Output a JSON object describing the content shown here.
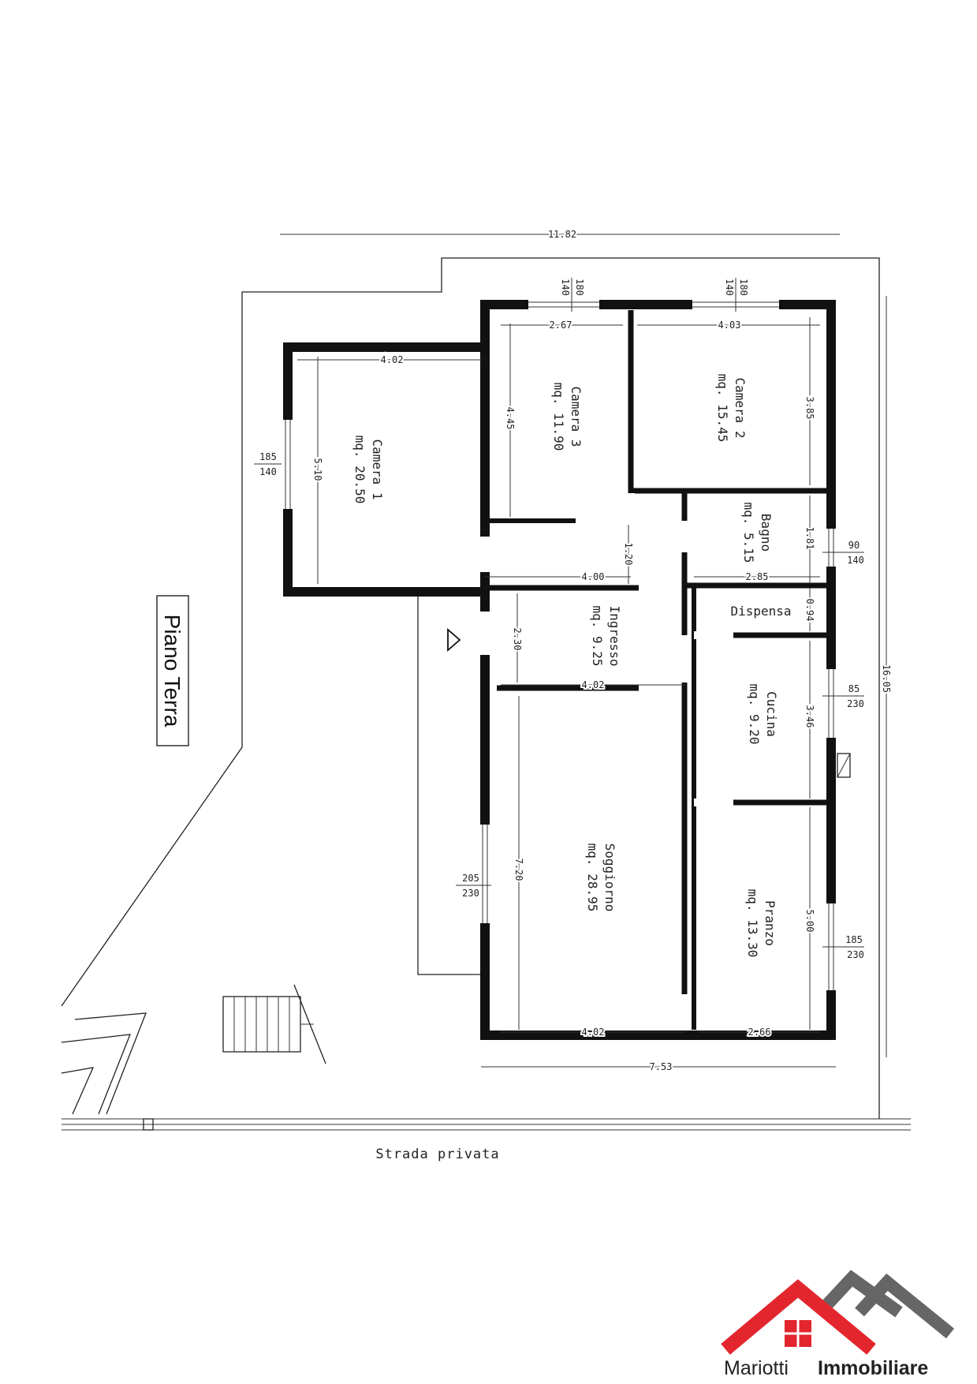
{
  "plan_title": "Piano Terra",
  "street": "Strada privata",
  "rooms": [
    {
      "id": "camera1",
      "name": "Camera 1",
      "area": "mq. 20.50"
    },
    {
      "id": "camera3",
      "name": "Camera 3",
      "area": "mq. 11.90"
    },
    {
      "id": "camera2",
      "name": "Camera 2",
      "area": "mq. 15.45"
    },
    {
      "id": "bagno",
      "name": "Bagno",
      "area": "mq. 5.15"
    },
    {
      "id": "dispensa",
      "name": "Dispensa",
      "area": ""
    },
    {
      "id": "ingresso",
      "name": "Ingresso",
      "area": "mq. 9.25"
    },
    {
      "id": "cucina",
      "name": "Cucina",
      "area": "mq. 9.20"
    },
    {
      "id": "soggiorno",
      "name": "Soggiorno",
      "area": "mq. 28.95"
    },
    {
      "id": "pranzo",
      "name": "Pranzo",
      "area": "mq. 13.30"
    }
  ],
  "dimensions": {
    "overall_width": "11.82",
    "overall_depth": "16.05",
    "house_width": "7.53",
    "camera1_width": "4.02",
    "camera1_depth": "5.10",
    "camera3_width": "2.67",
    "camera3_depth": "4.45",
    "camera2_width": "4.03",
    "camera2_depth": "3.85",
    "corridor_width": "1.20",
    "corridor_length": "4.00",
    "bagno_width": "2.85",
    "bagno_depth": "1.81",
    "dispensa_depth": "0.94",
    "ingresso_depth": "2.30",
    "ingresso_width": "4.02",
    "cucina_depth": "3.46",
    "soggiorno_depth": "7.20",
    "soggiorno_width": "4.02",
    "pranzo_depth": "5.00",
    "pranzo_width": "2.66"
  },
  "windows": [
    {
      "id": "camera3",
      "top": "180",
      "bottom": "140"
    },
    {
      "id": "camera2",
      "top": "180",
      "bottom": "140"
    },
    {
      "id": "camera1",
      "top": "185",
      "bottom": "140"
    },
    {
      "id": "bagno",
      "top": "90",
      "bottom": "140"
    },
    {
      "id": "cucina",
      "top": "85",
      "bottom": "230"
    },
    {
      "id": "soggiorno",
      "top": "205",
      "bottom": "230"
    },
    {
      "id": "pranzo",
      "top": "185",
      "bottom": "230"
    }
  ],
  "brand": {
    "name_regular": "Mariotti",
    "name_bold": "Immobiliare",
    "roof_color": "#e3262e",
    "roof_secondary_color": "#666666"
  }
}
